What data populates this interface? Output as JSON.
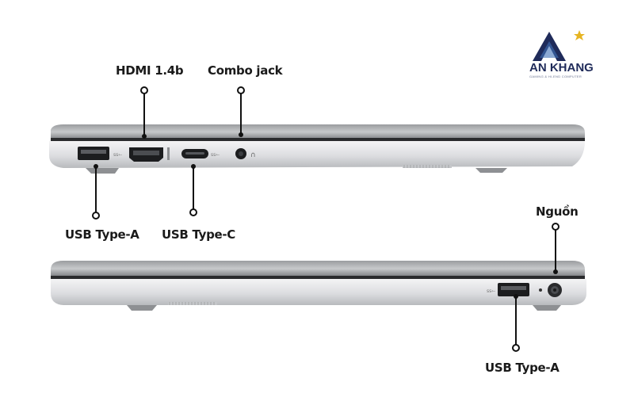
{
  "brand": {
    "name": "AN KHANG",
    "tagline": "GAMING & HI-END COMPUTER"
  },
  "port_labels": {
    "hdmi": "HDMI 1.4b",
    "combo_jack": "Combo jack",
    "usb_a_left": "USB Type-A",
    "usb_c": "USB Type-C",
    "power": "Nguồn",
    "usb_a_right": "USB Type-A"
  },
  "colors": {
    "accent_logo": "#1f2b5a",
    "laptop_silver": "#c9cbcd",
    "callout": "#111111"
  }
}
